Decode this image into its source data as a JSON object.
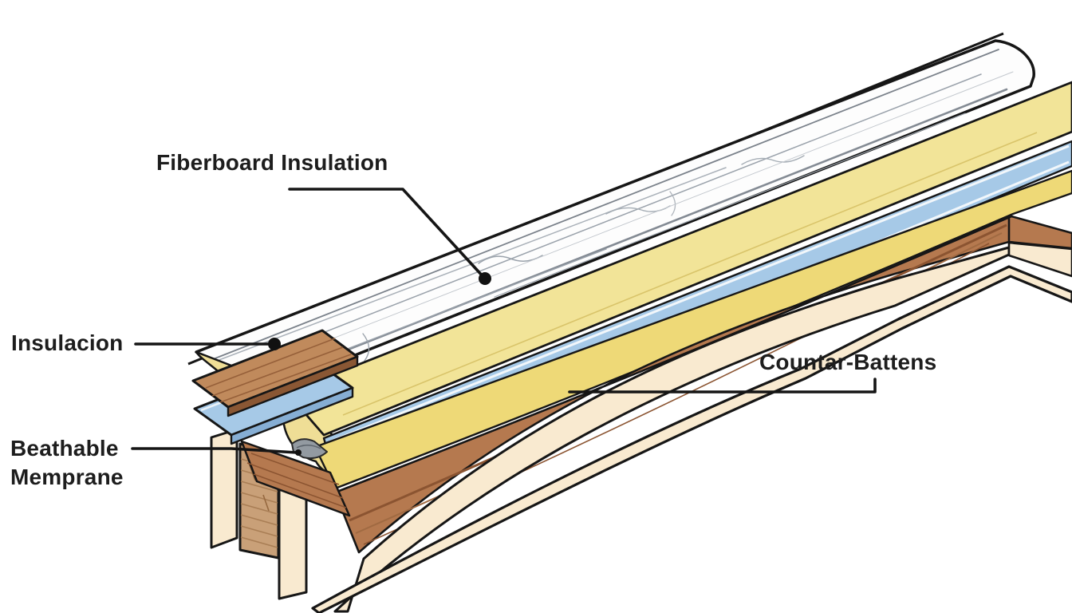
{
  "diagram": {
    "title": "Roof build-up exploded illustration",
    "labels": {
      "fiberboard": "Fiberboard Insulation",
      "insulation": "Insulacion",
      "membrane_line1": "Beathable",
      "membrane_line2": "Memprane",
      "counter_battens": "Countar-Battens"
    },
    "colors": {
      "background": "#ffffff",
      "fiberboard_white": "#fdfdfd",
      "insulation_yellow_top": "#f2e498",
      "insulation_yellow_lower": "#eed977",
      "curl_yellow": "#efde96",
      "membrane_blue": "#a6c9e7",
      "membrane_blue_edge": "#86aed4",
      "batten_brown": "#b5794f",
      "batten_streak": "#8b5431",
      "plank_brown": "#c08a5c",
      "fascia_cream": "#f9ead0",
      "rafter_wood": "#c9a078",
      "membrane_gray": "#939aa1",
      "outline_black": "#161616",
      "label_color": "#1d1d1d"
    }
  }
}
